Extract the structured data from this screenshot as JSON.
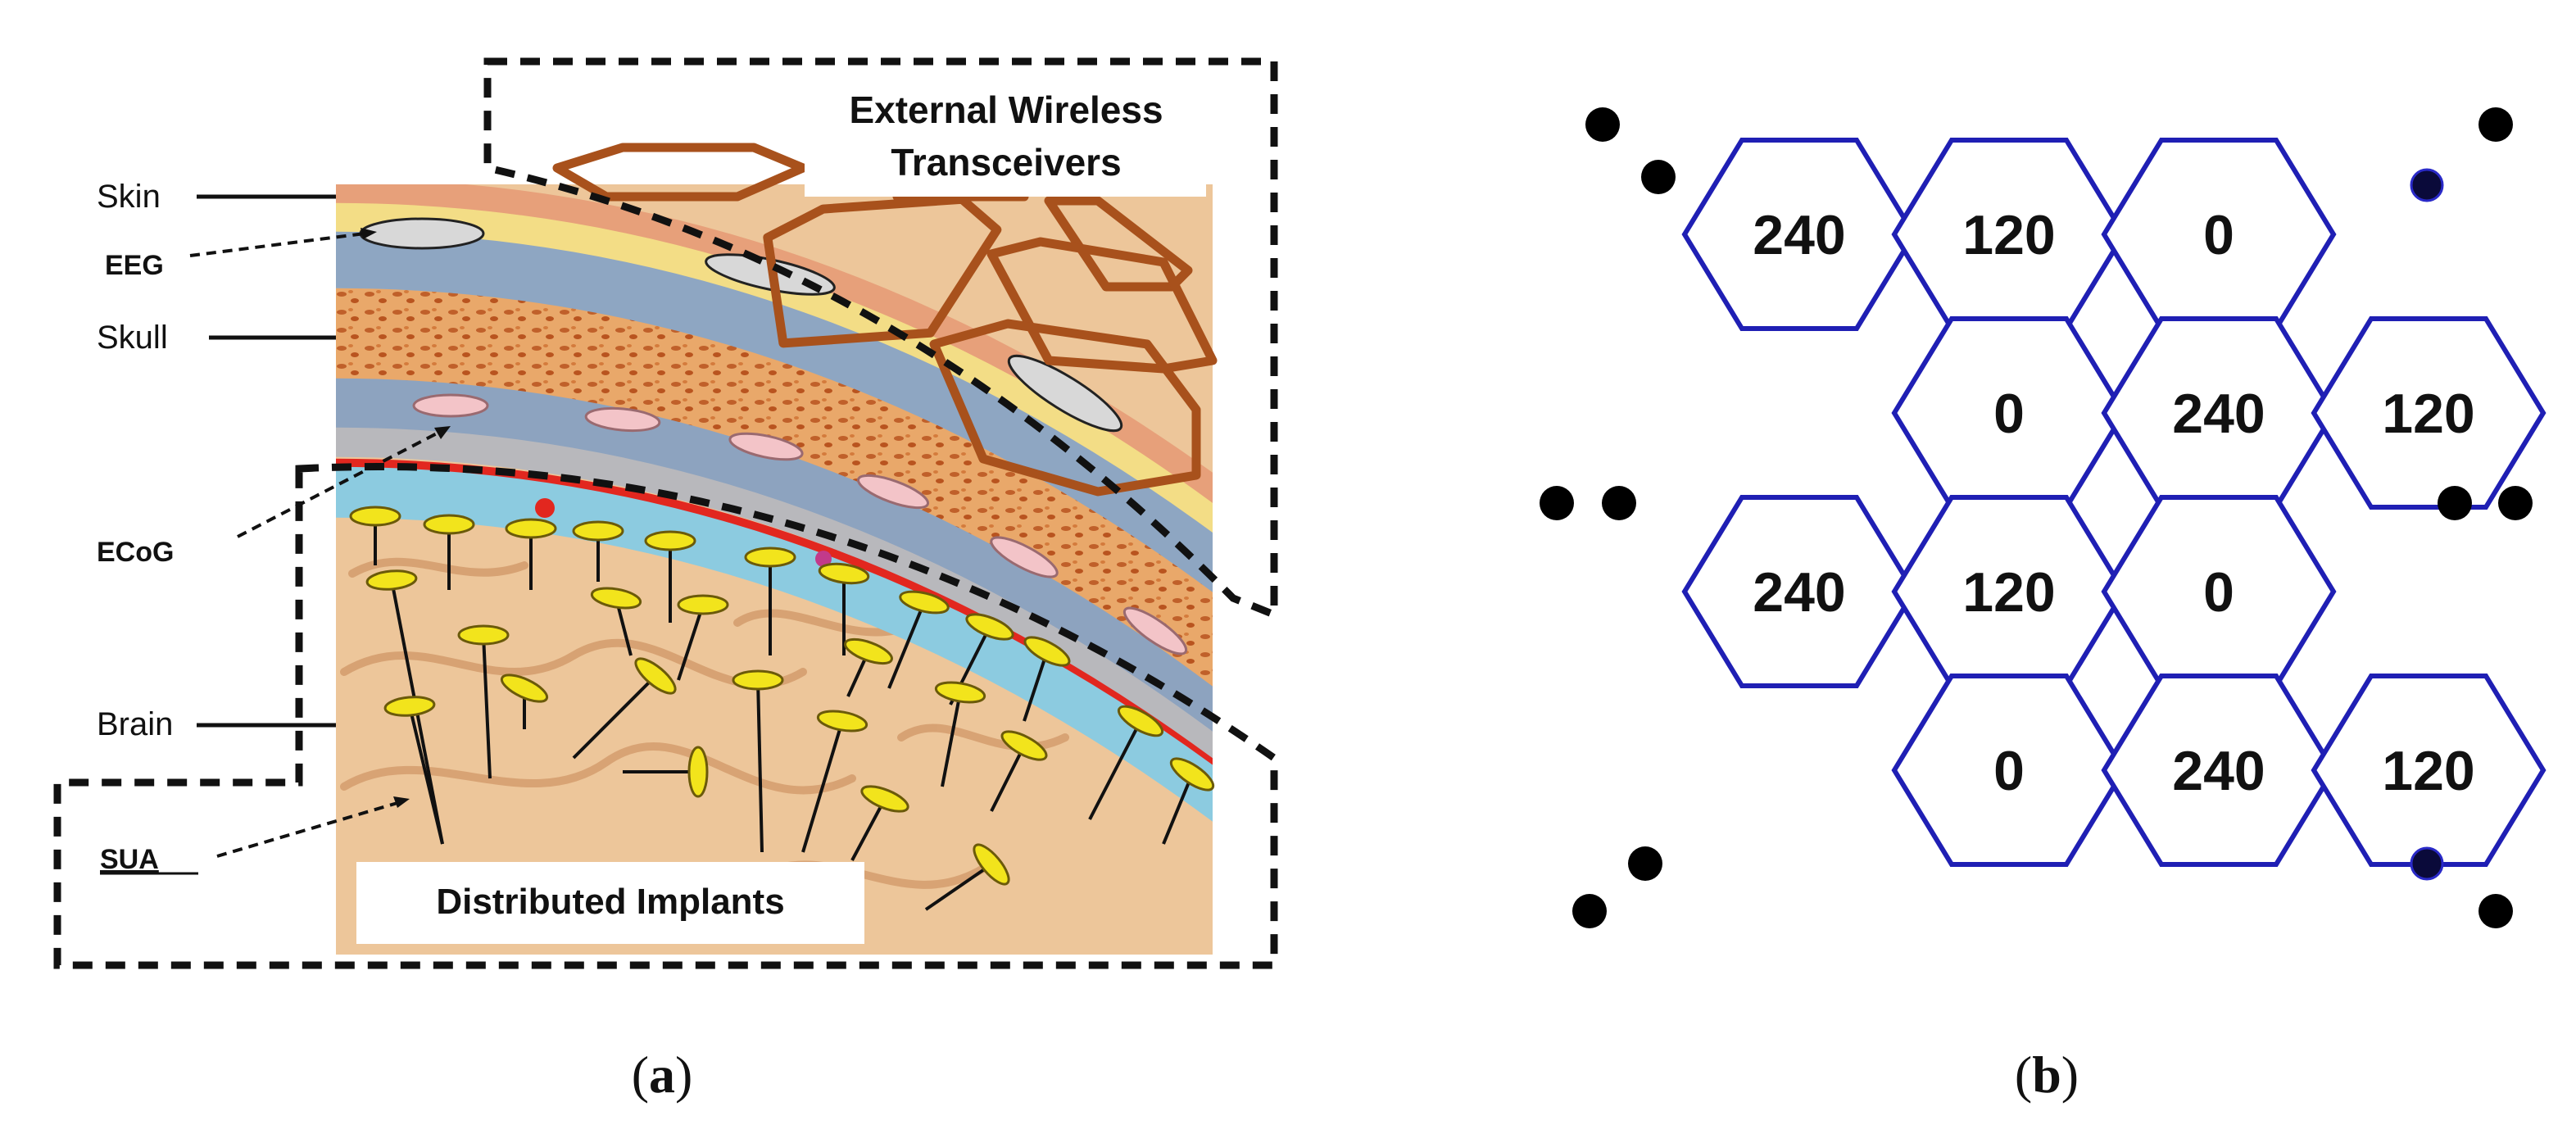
{
  "panel_a": {
    "external_label_line1": "External Wireless",
    "external_label_line2": "Transceivers",
    "distributed_label": "Distributed Implants",
    "layers": {
      "skin": "Skin",
      "eeg": "EEG",
      "skull": "Skull",
      "ecog": "ECoG",
      "brain": "Brain",
      "sua": "SUA"
    },
    "caption_open": "(",
    "caption_letter": "a",
    "caption_close": ")"
  },
  "panel_b": {
    "cells": [
      {
        "row": 0,
        "value": "240"
      },
      {
        "row": 0,
        "value": "120"
      },
      {
        "row": 0,
        "value": "0"
      },
      {
        "row": 1,
        "value": "0"
      },
      {
        "row": 1,
        "value": "240"
      },
      {
        "row": 1,
        "value": "120"
      },
      {
        "row": 2,
        "value": "240"
      },
      {
        "row": 2,
        "value": "120"
      },
      {
        "row": 2,
        "value": "0"
      },
      {
        "row": 3,
        "value": "0"
      },
      {
        "row": 3,
        "value": "240"
      },
      {
        "row": 3,
        "value": "120"
      }
    ],
    "caption_open": "(",
    "caption_letter": "b",
    "caption_close": ")"
  },
  "colors": {
    "hex_stroke": "#1f1fb4",
    "transceiver": "#a8511c",
    "implant": "#f2e41c",
    "dashed": "#111111"
  }
}
